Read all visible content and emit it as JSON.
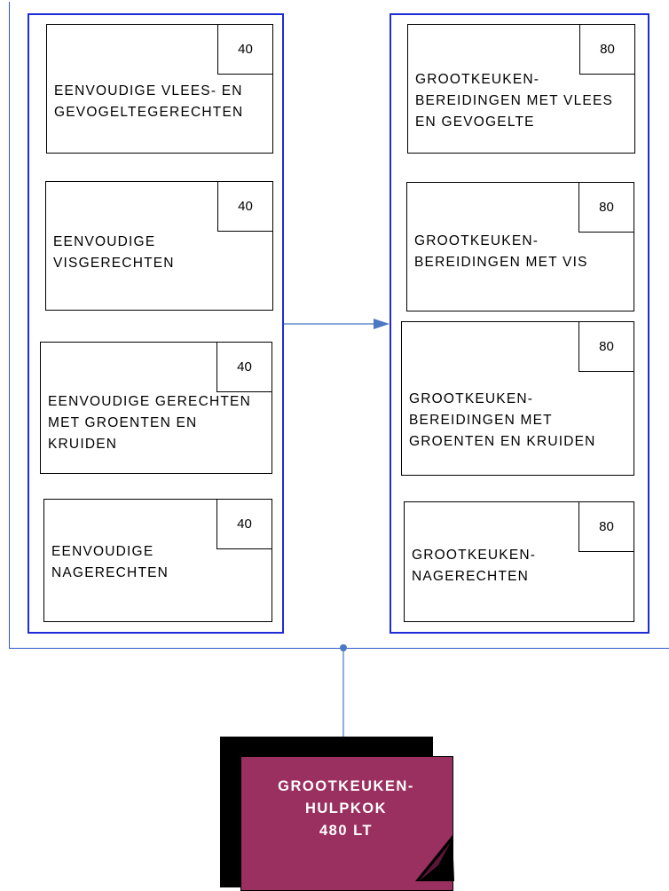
{
  "left_column": {
    "items": [
      {
        "credits": "40",
        "label": "EENVOUDIGE VLEES- EN\nGEVOGELTEGERECHTEN"
      },
      {
        "credits": "40",
        "label": "EENVOUDIGE\nVISGERECHTEN"
      },
      {
        "credits": "40",
        "label": "EENVOUDIGE GERECHTEN\nMET GROENTEN EN\nKRUIDEN"
      },
      {
        "credits": "40",
        "label": "EENVOUDIGE\nNAGERECHTEN"
      }
    ]
  },
  "right_column": {
    "items": [
      {
        "credits": "80",
        "label": "GROOTKEUKEN-\nBEREIDINGEN MET VLEES\nEN GEVOGELTE"
      },
      {
        "credits": "80",
        "label": "GROOTKEUKEN-\nBEREIDINGEN MET VIS"
      },
      {
        "credits": "80",
        "label": "GROOTKEUKEN-\nBEREIDINGEN MET\nGROENTEN EN KRUIDEN"
      },
      {
        "credits": "80",
        "label": "GROOTKEUKEN-\nNAGERECHTEN"
      }
    ]
  },
  "result": {
    "line1": "GROOTKEUKEN-",
    "line2": "HULPKOK",
    "line3": "480 LT",
    "color": "#9a3060"
  },
  "colors": {
    "frame": "#2f57c6",
    "column_border": "#1f2bd6",
    "connector": "#4a78c2"
  }
}
